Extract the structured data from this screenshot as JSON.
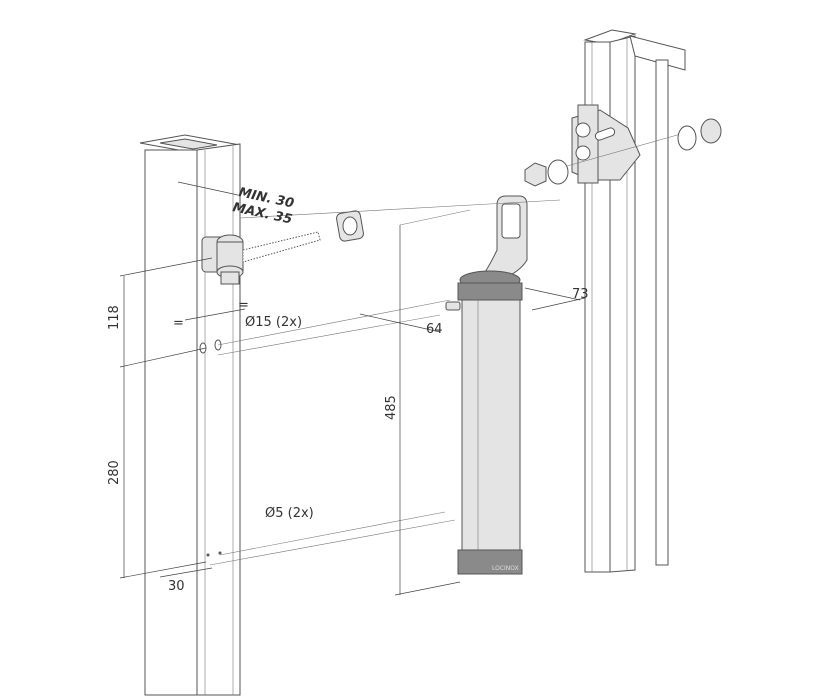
{
  "diagram": {
    "dimensions": {
      "min_offset": "MIN. 30",
      "max_offset": "MAX. 35",
      "height_hinge": "118",
      "equal_left": "=",
      "equal_right": "=",
      "hole_large": "Ø15 (2x)",
      "depth_64": "64",
      "width_73": "73",
      "height_485": "485",
      "height_280": "280",
      "hole_small": "Ø5 (2x)",
      "offset_30": "30"
    },
    "brand": "LOCINOX"
  }
}
